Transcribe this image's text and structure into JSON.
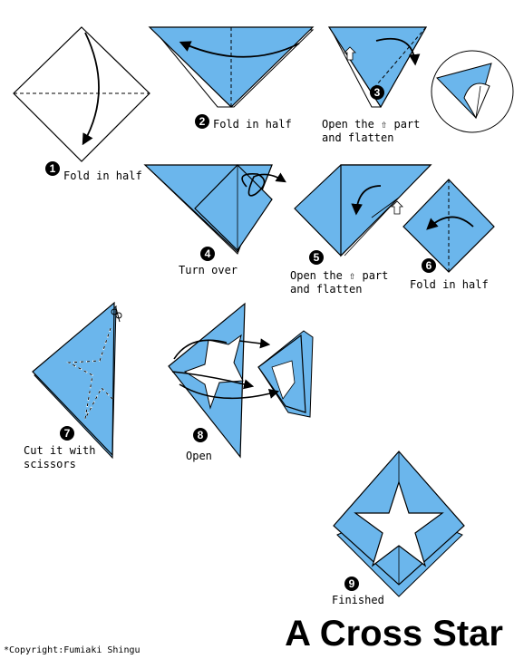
{
  "title": "A Cross Star",
  "copyright": "*Copyright:Fumiaki Shingu",
  "colors": {
    "paper": "#6bb6ec",
    "line": "#000000",
    "background": "#ffffff"
  },
  "steps": [
    {
      "number": "1",
      "label": "Fold in half"
    },
    {
      "number": "2",
      "label": "Fold in half"
    },
    {
      "number": "3",
      "label": "Open the ⇧ part\nand flatten"
    },
    {
      "number": "4",
      "label": "Turn over"
    },
    {
      "number": "5",
      "label": "Open the ⇧ part\nand flatten"
    },
    {
      "number": "6",
      "label": "Fold in half"
    },
    {
      "number": "7",
      "label": "Cut it with\nscissors"
    },
    {
      "number": "8",
      "label": "Open"
    },
    {
      "number": "9",
      "label": "Finished"
    }
  ]
}
